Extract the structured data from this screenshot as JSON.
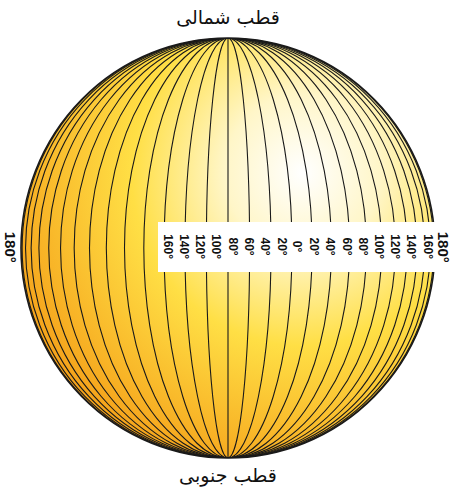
{
  "diagram": {
    "labels": [
      "قطب شمالی",
      "180°",
      "160°",
      "140°",
      "120°",
      "100°",
      "80°",
      "60°",
      "40°",
      "20°",
      "0°",
      "20°",
      "40°",
      "60°",
      "80°",
      "100°",
      "120°",
      "140°",
      "160°",
      "180°",
      "قطب جنوبی"
    ]
  }
}
